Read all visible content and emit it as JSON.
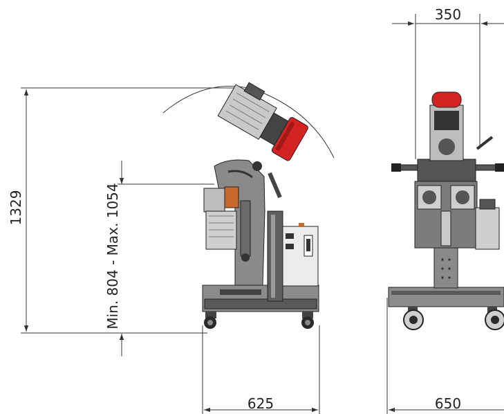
{
  "dimensions": {
    "total_height": "1329",
    "working_height": "Min. 804 - Max. 1054",
    "side_depth": "625",
    "front_top_width": "350",
    "front_base_width": "650"
  },
  "colors": {
    "frame": "#8a8a8a",
    "frame_dark": "#3e3e3e",
    "red_head": "#d32222",
    "motor": "#c9c9c9",
    "cabinet": "#ececec",
    "orange_part": "#c8682a",
    "line": "#333333"
  }
}
